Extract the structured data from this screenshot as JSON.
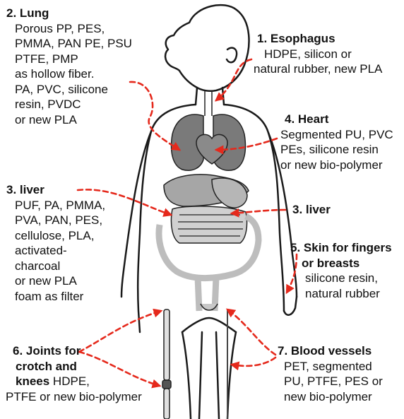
{
  "labels": {
    "lung": {
      "title": "2. Lung",
      "lines": [
        "Porous PP, PES,",
        "PMMA, PAN PE, PSU",
        "PTFE, PMP",
        "as hollow fiber.",
        "PA, PVC, silicone",
        "resin, PVDC",
        "or new PLA"
      ]
    },
    "esophagus": {
      "title": "1. Esophagus",
      "lines": [
        "HDPE, silicon or",
        "natural rubber, new PLA"
      ]
    },
    "heart": {
      "title": "4. Heart",
      "lines": [
        "Segmented PU, PVC",
        "PEs, silicone resin",
        "or new bio-polymer"
      ]
    },
    "liver_left": {
      "title": "3. liver",
      "lines": [
        "PUF, PA, PMMA,",
        "PVA, PAN, PES,",
        "cellulose, PLA,",
        "activated-",
        "charcoal",
        "or new PLA",
        "foam as filter"
      ]
    },
    "liver_right": {
      "title": "3. liver"
    },
    "skin": {
      "title_line1": "5. Skin for fingers",
      "title_line2": "or breasts",
      "lines": [
        "silicone resin,",
        "natural rubber"
      ]
    },
    "joints": {
      "title_line1": "6. Joints for",
      "title_line2": "crotch and",
      "title_line3_bold": "knees",
      "title_line3_rest": " HDPE,",
      "lines": [
        "PTFE or new bio-polymer"
      ]
    },
    "vessels": {
      "title": "7. Blood vessels",
      "lines": [
        "PET, segmented",
        "PU, PTFE, PES or",
        "new bio-polymer"
      ]
    }
  },
  "colors": {
    "arrow": "#e5291c",
    "outline": "#1a1a1a",
    "organ_dark": "#7a7a7a",
    "organ_mid": "#a6a6a6",
    "organ_light": "#d0d0d0"
  }
}
